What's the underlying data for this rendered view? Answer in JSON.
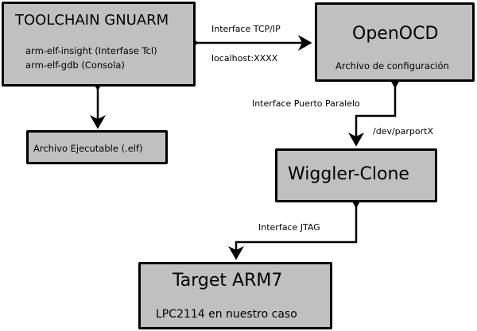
{
  "nodes": {
    "toolchain": {
      "title": "TOOLCHAIN GNUARM",
      "lines": [
        "arm-elf-insight (Interfase Tcl)",
        "arm-elf-gdb (Consola)"
      ]
    },
    "openocd": {
      "title": "OpenOCD",
      "subtitle": "Archivo de configuración"
    },
    "elf": {
      "title": "Archivo Ejecutable (.elf)"
    },
    "wiggler": {
      "title": "Wiggler-Clone"
    },
    "target": {
      "title": "Target ARM7",
      "subtitle": "LPC2114 en nuestro caso"
    }
  },
  "edges": {
    "tcp": {
      "label_top": "Interface TCP/IP",
      "label_bottom": "localhost:XXXX"
    },
    "parallel": {
      "label_top": "Interface Puerto Paralelo",
      "label_side": "/dev/parportX"
    },
    "jtag": {
      "label": "Interface JTAG"
    }
  }
}
